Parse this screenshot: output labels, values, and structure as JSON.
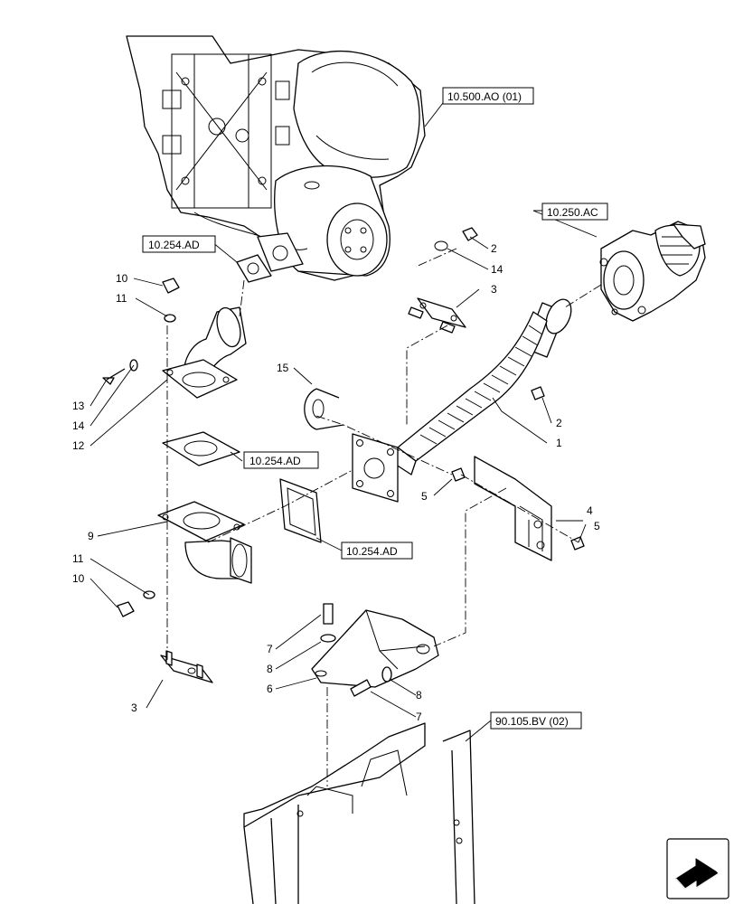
{
  "callouts": {
    "c1": "1",
    "c2a": "2",
    "c2b": "2",
    "c3a": "3",
    "c3b": "3",
    "c4": "4",
    "c5a": "5",
    "c5b": "5",
    "c6": "6",
    "c7a": "7",
    "c7b": "7",
    "c8a": "8",
    "c8b": "8",
    "c9": "9",
    "c10a": "10",
    "c10b": "10",
    "c11a": "11",
    "c11b": "11",
    "c12": "12",
    "c13": "13",
    "c14a": "14",
    "c14b": "14",
    "c15": "15"
  },
  "references": {
    "engine": "10.500.AO (01)",
    "turbo": "10.250.AC",
    "gasket_top": "10.254.AD",
    "gasket_mid": "10.254.AD",
    "gasket_low": "10.254.AD",
    "frame": "90.105.BV (02)"
  },
  "icons": {
    "next_page": "arrow-next-page-icon"
  }
}
